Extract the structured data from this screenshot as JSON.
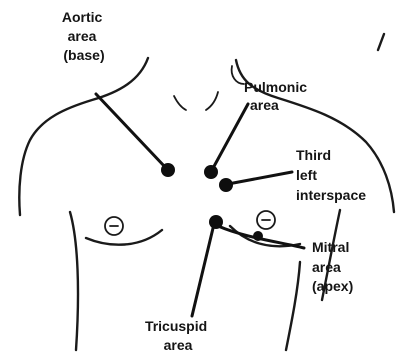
{
  "labels": {
    "aortic": [
      "Aortic",
      "area",
      "(base)"
    ],
    "pulmonic": [
      "Pulmonic",
      "area"
    ],
    "third_left": [
      "Third",
      "left",
      "interspace"
    ],
    "mitral": [
      "Mitral",
      "area",
      "(apex)"
    ],
    "tricuspid": [
      "Tricuspid",
      "area"
    ]
  },
  "colors": {
    "ink": "#151515",
    "background": "#ffffff"
  }
}
